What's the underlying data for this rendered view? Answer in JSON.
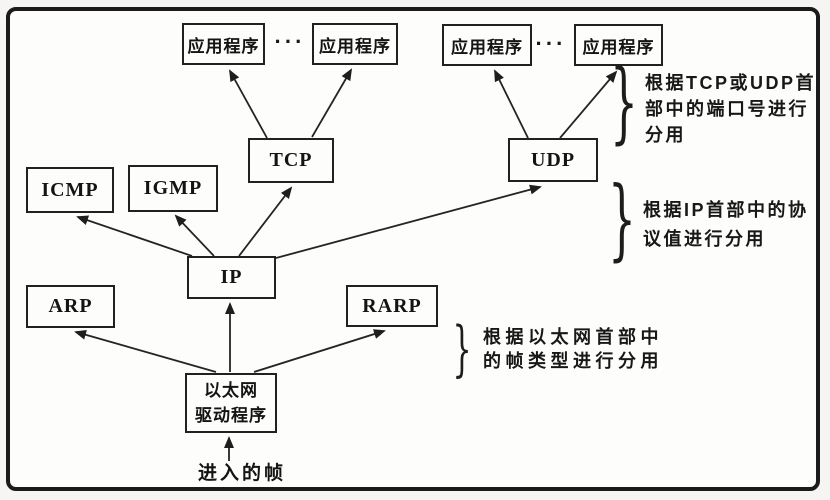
{
  "labels": {
    "app1": "应用程序",
    "app2": "应用程序",
    "app3": "应用程序",
    "app4": "应用程序",
    "ellipsis1": "···",
    "ellipsis2": "···",
    "tcp": "TCP",
    "udp": "UDP",
    "icmp": "ICMP",
    "igmp": "IGMP",
    "ip": "IP",
    "arp": "ARP",
    "rarp": "RARP",
    "eth_line1": "以太网",
    "eth_line2": "驱动程序",
    "incoming_frame": "进入的帧"
  },
  "annotations": {
    "port_demux": {
      "line1": "根据TCP或UDP首",
      "line2": "部中的端口号进行",
      "line3": "分用"
    },
    "protocol_demux": {
      "line1": "根据IP首部中的协",
      "line2": "议值进行分用"
    },
    "frame_type_demux": {
      "line1": "根据以太网首部中",
      "line2": "的帧类型进行分用"
    }
  },
  "braces": {
    "glyph": "}"
  },
  "colors": {
    "ink": "#1a1a1a",
    "paper": "#fdfdfb",
    "frame_border": "#1b1b1b"
  }
}
